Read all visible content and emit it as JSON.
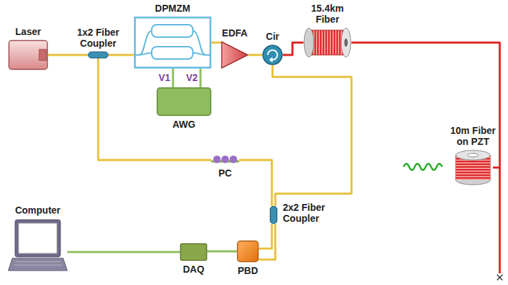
{
  "diagram": {
    "nodes": [
      {
        "text": [
          "Laser"
        ]
      },
      {
        "text": [
          "1x2 Fiber Coupler"
        ]
      },
      {
        "text": [
          "DPMZM"
        ]
      },
      {
        "text": [
          "AWG"
        ]
      },
      {
        "text": [
          "EDFA"
        ]
      },
      {
        "text": [
          "Cir"
        ]
      },
      {
        "text": [
          "15.4km Fiber"
        ]
      },
      {
        "text": [
          "10m Fiber on PZT"
        ]
      },
      {
        "text": [
          "PC"
        ]
      },
      {
        "text": [
          "2x2 Fiber Coupler"
        ]
      },
      {
        "text": [
          "PBD"
        ]
      },
      {
        "text": [
          "DAQ"
        ]
      },
      {
        "text": [
          "Computer"
        ]
      }
    ],
    "edges": [
      {
        "from": 0,
        "to": 1,
        "arrow": "none"
      },
      {
        "from": 1,
        "to": 2,
        "arrow": "none"
      },
      {
        "from": 3,
        "to": 2,
        "label": "V1",
        "arrow": "none"
      },
      {
        "from": 3,
        "to": 2,
        "label": "V2",
        "arrow": "none"
      },
      {
        "from": 2,
        "to": 4,
        "arrow": "none"
      },
      {
        "from": 4,
        "to": 5,
        "arrow": "none"
      },
      {
        "from": 5,
        "to": 6,
        "arrow": "none"
      },
      {
        "from": 6,
        "to": 7,
        "arrow": "none"
      },
      {
        "from": 1,
        "to": 8,
        "arrow": "none"
      },
      {
        "from": 8,
        "to": 9,
        "arrow": "none"
      },
      {
        "from": 5,
        "to": 9,
        "arrow": "none"
      },
      {
        "from": 9,
        "to": 10,
        "arrow": "none"
      },
      {
        "from": 9,
        "to": 10,
        "arrow": "none"
      },
      {
        "from": 10,
        "to": 11,
        "arrow": "none"
      },
      {
        "from": 11,
        "to": 12,
        "arrow": "none"
      }
    ]
  }
}
